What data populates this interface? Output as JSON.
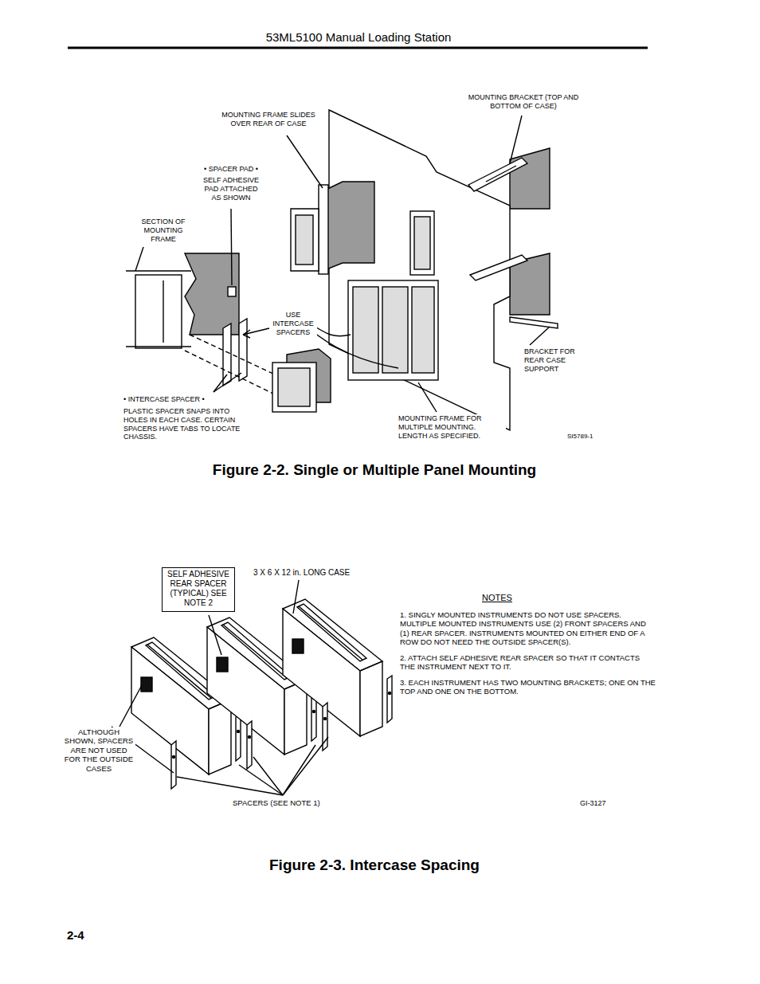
{
  "diagram": {
    "nodes": [
      {
        "text": [
          "SELF ADHESIVE REAR SPACER (TYPICAL) SEE NOTE 2"
        ]
      }
    ],
    "labels": [
      "53ML5100 Manual Loading Station",
      "MOUNTING FRAME SLIDES OVER REAR OF CASE",
      "MOUNTING BRACKET (TOP AND BOTTOM OF CASE)",
      "• SPACER PAD •",
      "SELF ADHESIVE PAD ATTACHED AS SHOWN",
      "SECTION OF MOUNTING FRAME",
      "USE INTERCASE SPACERS",
      "BRACKET FOR REAR CASE SUPPORT",
      "• INTERCASE SPACER •",
      "PLASTIC SPACER SNAPS INTO HOLES IN EACH CASE. CERTAIN SPACERS HAVE TABS TO LOCATE CHASSIS.",
      "MOUNTING FRAME FOR MULTIPLE MOUNTING. LENGTH AS SPECIFIED.",
      "SI5789-1",
      "Figure 2-2. Single or Multiple Panel Mounting",
      "3 X 6 X 12 in. LONG CASE",
      "NOTES",
      "1. SINGLY MOUNTED INSTRUMENTS DO NOT USE SPACERS. MULTIPLE MOUNTED INSTRUMENTS USE (2) FRONT SPACERS AND (1) REAR SPACER. INSTRUMENTS MOUNTED ON EITHER END OF A ROW DO NOT NEED THE OUTSIDE SPACER(S).",
      "2. ATTACH SELF ADHESIVE REAR SPACER SO THAT IT CONTACTS THE INSTRUMENT NEXT TO IT.",
      "3. EACH INSTRUMENT HAS TWO MOUNTING BRACKETS; ONE ON THE TOP AND ONE ON THE BOTTOM.",
      "ALTHOUGH SHOWN, SPACERS ARE NOT USED FOR THE OUTSIDE CASES",
      "SPACERS (SEE NOTE 1)",
      "GI-3127",
      "Figure 2-3. Intercase Spacing",
      "2-4"
    ]
  }
}
